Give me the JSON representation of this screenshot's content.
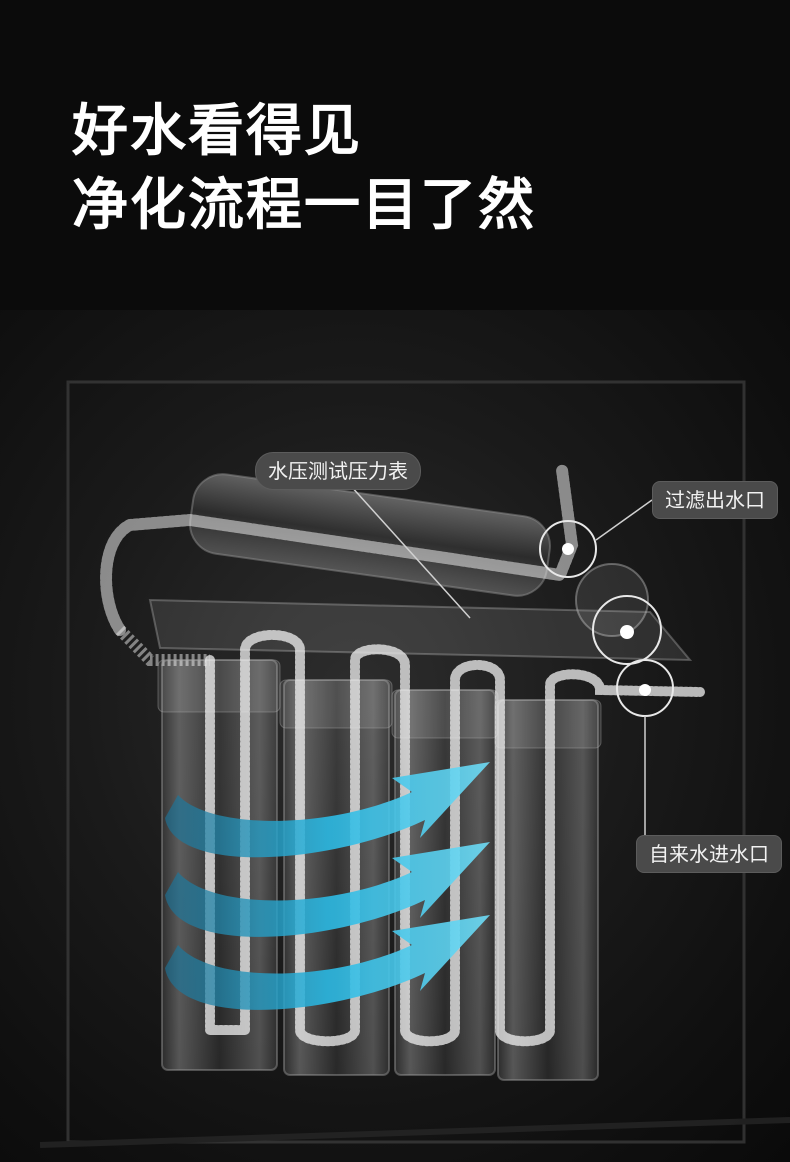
{
  "headline": {
    "line1": "好水看得见",
    "line2": "净化流程一目了然"
  },
  "labels": {
    "pressure_gauge": "水压测试压力表",
    "filtered_outlet": "过滤出水口",
    "tap_inlet": "自来水进水口"
  },
  "colors": {
    "background": "#0b0b0b",
    "headline_text": "#ffffff",
    "label_pill": "#4a4a4a",
    "flow_arrow": "#27b4e0"
  },
  "icons": {
    "flow_arrows": "water-flow-arrows",
    "filter_cartridges": "filter-cartridge-illustration"
  }
}
